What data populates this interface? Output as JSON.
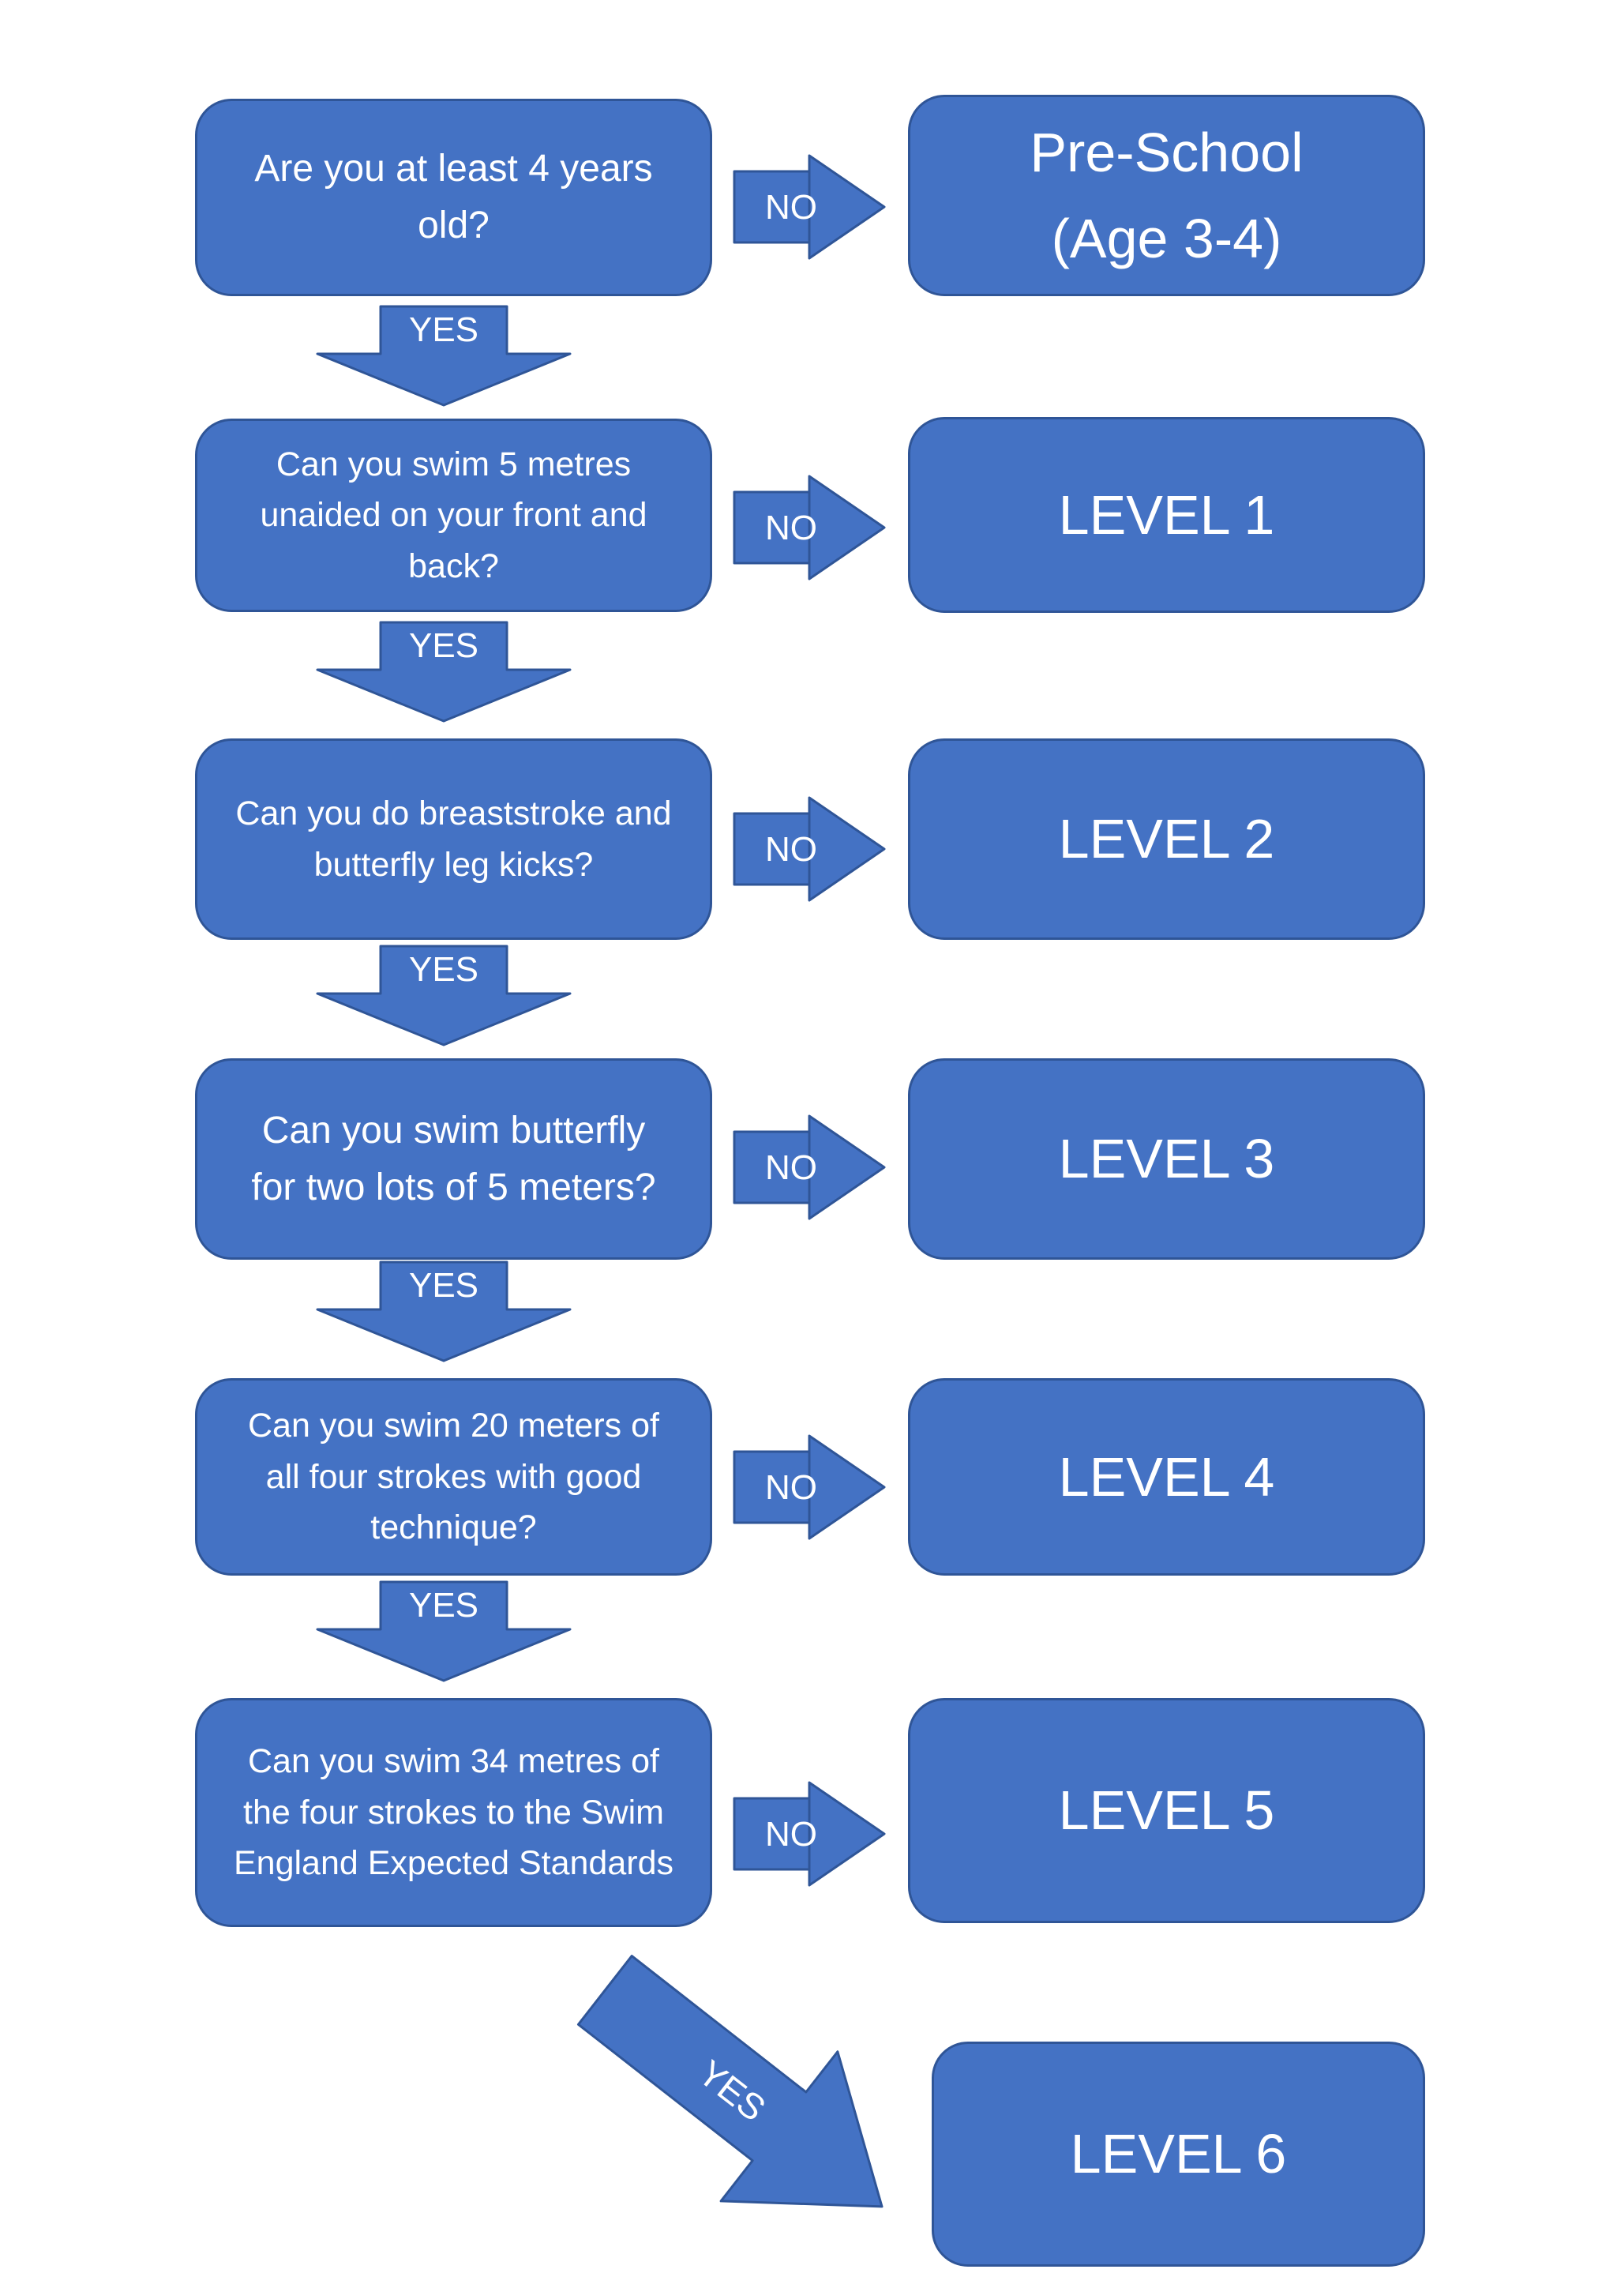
{
  "questions": [
    "Are you at least 4 years\nold?",
    "Can you swim 5 metres\nunaided on your front and\nback?",
    "Can you do breaststroke and\nbutterfly leg kicks?",
    "Can you swim butterfly\nfor two lots of 5 meters?",
    "Can you swim 20 meters of\nall four strokes with good\ntechnique?",
    "Can you swim 34 metres of\nthe four strokes to the Swim\nEngland Expected Standards"
  ],
  "results": [
    "Pre-School\n(Age 3-4)",
    "LEVEL 1",
    "LEVEL 2",
    "LEVEL 3",
    "LEVEL 4",
    "LEVEL 5",
    "LEVEL 6"
  ],
  "arrow_labels": {
    "no": "NO",
    "yes": "YES"
  },
  "colors": {
    "box_fill": "#4472C4",
    "box_border": "#2F5597",
    "text": "#FFFFFF",
    "background": "#FFFFFF"
  }
}
